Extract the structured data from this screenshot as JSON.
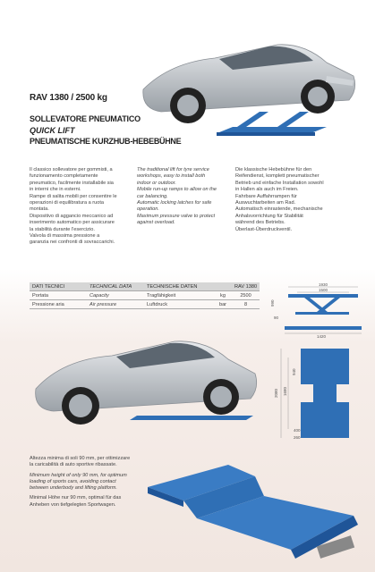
{
  "product": {
    "model": "RAV 1380 / 2500 kg",
    "title_it": "SOLLEVATORE PNEUMATICO",
    "title_en": "QUICK LIFT",
    "title_de": "PNEUMATISCHE KURZHUB-HEBEBÜHNE"
  },
  "description": {
    "it": [
      "Il classico sollevatore per gommisti, a",
      "funzionamento completamente",
      "pneumatico, facilmente installabile sia",
      "in interni che in esterni.",
      "Rampe di salita mobili per consentire le",
      "operazioni di equilibratura a ruota",
      "montata.",
      "Dispositivo di aggancio meccanico ad",
      "inserimento automatico per assicurare",
      "la stabilità durante l'esercizio.",
      "Valvola di massima pressione a",
      "garanzia nei confronti di sovraccarichi."
    ],
    "en": [
      "The traditional lift for tyre service",
      "workshops, easy to install both",
      "indoor or outdoor.",
      "Mobile run-up ramps to allow on the",
      "car balancing.",
      "Automatic locking latches for safe",
      "operation.",
      "Maximum pressure valve to protect",
      "against overload."
    ],
    "de": [
      "Die klassische Hebebühne für den",
      "Reifendienst, komplett pneumatischer",
      "Betrieb und einfache Installation sowohl",
      "in Hallen als auch im Freien.",
      "Fahrbare Auffahrrampen für",
      "Auswuchtarbeiten am Rad.",
      "Automatisch einrastende, mechanische",
      "Anhalsvorrichtung für Stabilität",
      "während des Betriebs.",
      "Überlast-Überdruckventil."
    ]
  },
  "specs": {
    "headers": [
      "DATI TECNICI",
      "TECHNICAL DATA",
      "TECHNISCHE DATEN",
      "",
      "RAV 1380"
    ],
    "rows": [
      {
        "it": "Portata",
        "en": "Capacity",
        "de": "Tragfähigkeit",
        "unit": "kg",
        "value": "2500"
      },
      {
        "it": "Pressione aria",
        "en": "Air pressure",
        "de": "Luftdruck",
        "unit": "bar",
        "value": "8"
      }
    ]
  },
  "dimensions": {
    "top1": "1930",
    "top2": "1500",
    "bottom": "1420",
    "left_a": "990",
    "left_b": "90",
    "side_a": "2080",
    "side_b": "1680",
    "side_c": "940",
    "side_d": "400",
    "side_e": "260"
  },
  "note": {
    "it": [
      "Altezza minima di soli 90 mm, per ottimizzare",
      "la caricabilità di auto sportive ribassate."
    ],
    "en": [
      "Minimum height of only 90 mm, for optimum",
      "loading of sports cars, avoiding contact",
      "between underbody and lifting platform."
    ],
    "de": [
      "Minimal Höhe nur 90 mm, optimal für das",
      "Anheben von tiefgelegten Sportwagen."
    ]
  },
  "colors": {
    "lift_blue": "#2f6fb5",
    "car_silver": "#b9bec4"
  }
}
